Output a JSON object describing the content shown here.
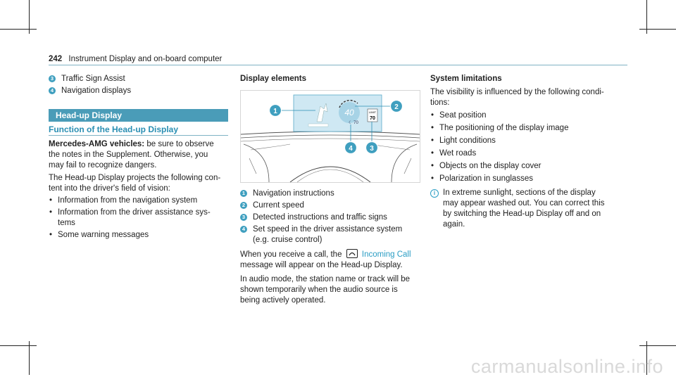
{
  "header": {
    "page_number": "242",
    "title": "Instrument Display and on-board computer"
  },
  "left": {
    "intro_items": [
      {
        "badge": "3",
        "text": "Traffic Sign Assist"
      },
      {
        "badge": "4",
        "text": "Navigation displays"
      }
    ],
    "section_title": "Head-up Display",
    "subsection_title": "Function of the Head-up Display",
    "para1_bold": "Mercedes-AMG vehicles:",
    "para1_lines": [
      " be sure to observe",
      "the notes in the Supplement. Otherwise, you",
      "may fail to recognize dangers."
    ],
    "para2_lines": [
      "The Head-up Display projects the following con-",
      "tent into the driver's field of vision:"
    ],
    "bullets": [
      [
        "Information from the navigation system"
      ],
      [
        "Information from the driver assistance sys-",
        "tems"
      ],
      [
        "Some warning messages"
      ]
    ]
  },
  "middle": {
    "heading": "Display elements",
    "figure": {
      "speed": "40",
      "limit_label": "LIMIT",
      "limit_value": "70",
      "callouts": [
        "1",
        "2",
        "3",
        "4"
      ]
    },
    "legend": [
      {
        "badge": "1",
        "lines": [
          "Navigation instructions"
        ]
      },
      {
        "badge": "2",
        "lines": [
          "Current speed"
        ]
      },
      {
        "badge": "3",
        "lines": [
          "Detected instructions and traffic signs"
        ]
      },
      {
        "badge": "4",
        "lines": [
          "Set speed in the driver assistance system",
          "(e.g. cruise control)"
        ]
      }
    ],
    "call_pre": "When you receive a call, the",
    "call_link": "Incoming Call",
    "call_lines": [
      "message will appear on the Head-up Display."
    ],
    "audio_lines": [
      "In audio mode, the station name or track will be",
      "shown temporarily when the audio source is",
      "being actively operated."
    ]
  },
  "right": {
    "heading": "System limitations",
    "intro_lines": [
      "The visibility is influenced by the following condi-",
      "tions:"
    ],
    "bullets": [
      "Seat position",
      "The positioning of the display image",
      "Light conditions",
      "Wet roads",
      "Objects on the display cover",
      "Polarization in sunglasses"
    ],
    "note_lines": [
      "In extreme sunlight, sections of the display",
      "may appear washed out. You can correct this",
      "by switching the Head-up Display off and on",
      "again."
    ]
  },
  "watermark": "carmanualsonline.info",
  "colors": {
    "accent": "#4a9cb8",
    "badge": "#3f9fbf",
    "link": "#2a9dc4"
  }
}
